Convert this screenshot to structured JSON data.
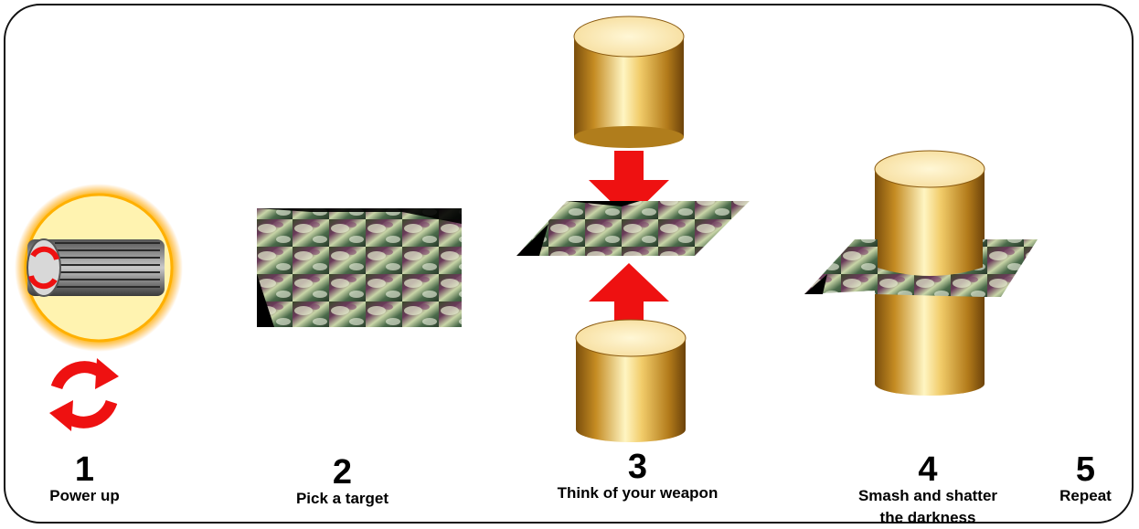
{
  "steps": [
    {
      "number": "1",
      "label": "Power up"
    },
    {
      "number": "2",
      "label": "Pick a target"
    },
    {
      "number": "3",
      "label": "Think of your weapon"
    },
    {
      "number": "4",
      "label": "Smash and shatter\nthe darkness"
    },
    {
      "number": "5",
      "label": "Repeat"
    }
  ],
  "colors": {
    "cylinder_light": "#fff2b0",
    "cylinder_mid": "#d9a531",
    "cylinder_dark": "#8a5a10",
    "arrow_red": "#ee1111",
    "sun_glow": "#ffb800",
    "frame": "#111111"
  },
  "icons": [
    "power-cylinder-icon",
    "refresh-arrows-icon",
    "satellite-map-image",
    "cylinder-icon",
    "down-arrow-icon",
    "up-arrow-icon"
  ]
}
